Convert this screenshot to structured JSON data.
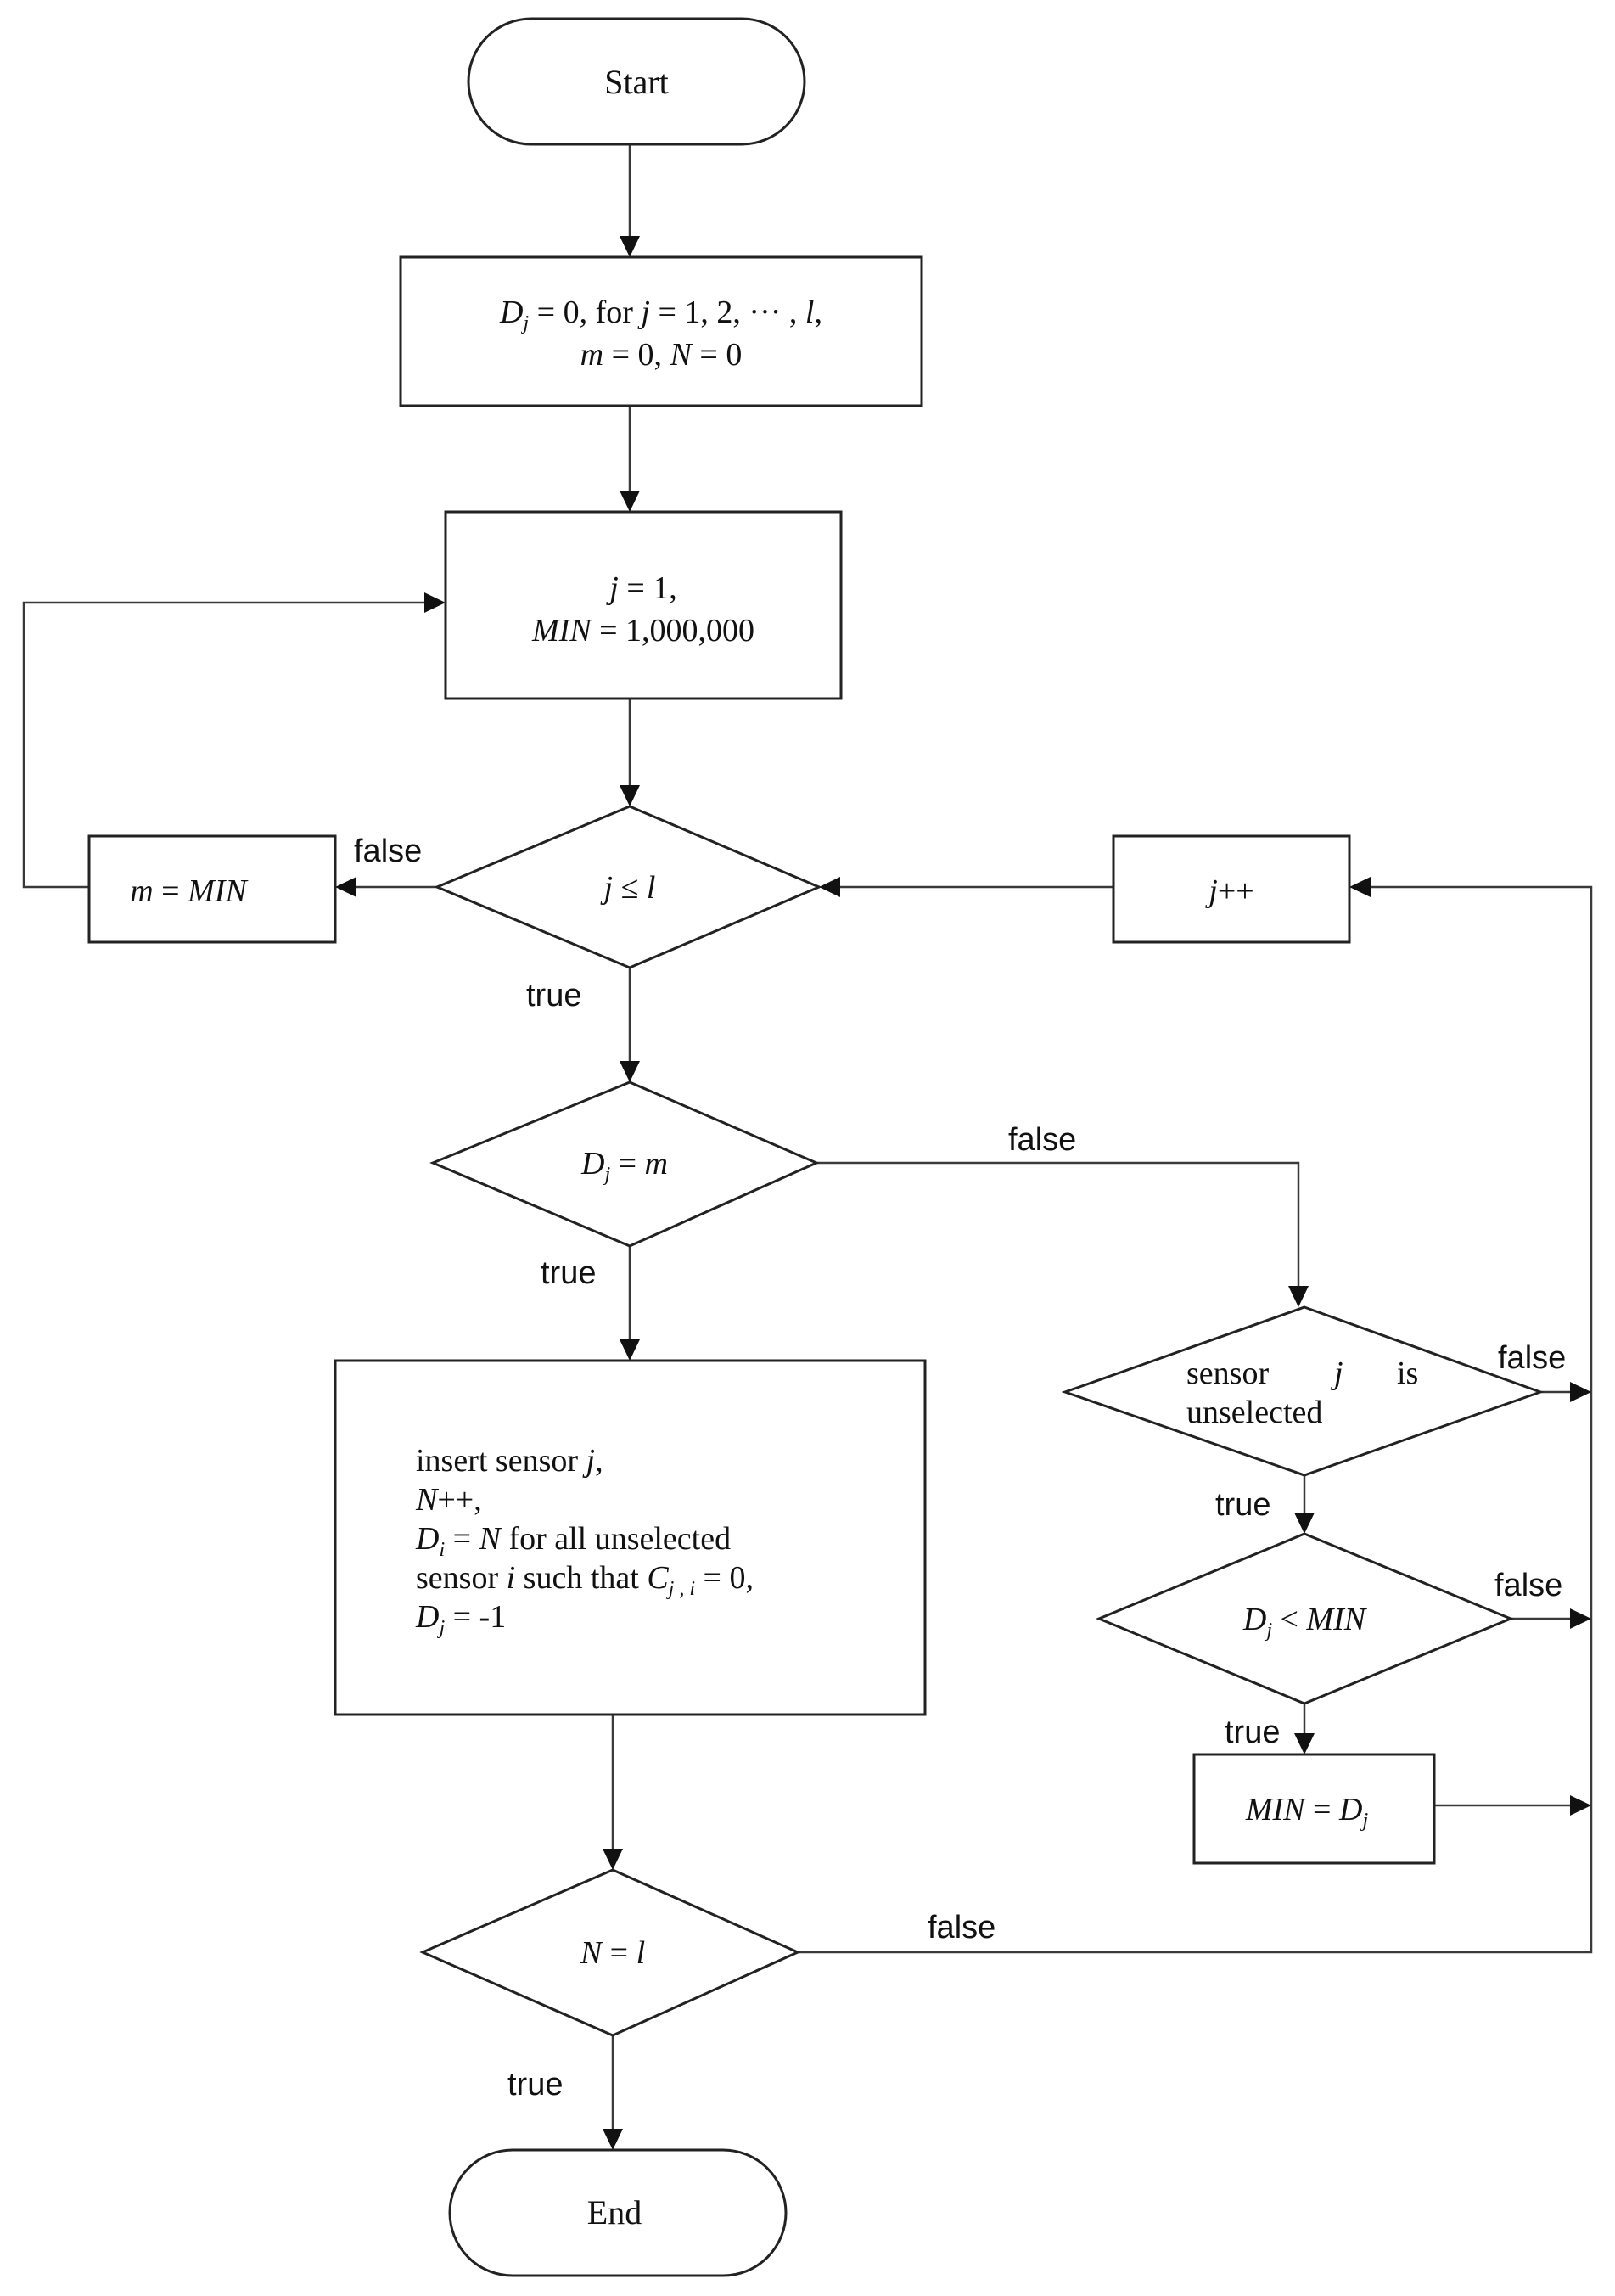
{
  "nodes": {
    "start": {
      "label": "Start"
    },
    "init": {
      "line1": {
        "D": "D",
        "sub_j": "j",
        "eq": " = 0, for ",
        "j": "j",
        "seq": " = 1, 2, ··· , ",
        "l": "l",
        "comma": ","
      },
      "line2": {
        "m": "m",
        "eq0": " = 0, ",
        "N": "N",
        "eqN": " = 0"
      }
    },
    "loop_start": {
      "line1": {
        "j": "j",
        "rest": " = 1,"
      },
      "line2": {
        "MIN": "MIN",
        "rest": " = 1,000,000"
      }
    },
    "cond_j_le_l": {
      "j": "j",
      "op": " ≤ ",
      "l": "l"
    },
    "assign_m": {
      "m": "m",
      "eq": " = ",
      "MIN": "MIN"
    },
    "increment_j": {
      "j": "j",
      "op": "++"
    },
    "cond_dj_eq_m": {
      "D": "D",
      "sub_j": "j",
      "eq": " = ",
      "m": "m"
    },
    "cond_unselected": {
      "sensor": "sensor",
      "j": "j",
      "is": "is",
      "unselected": "unselected"
    },
    "insert_block": {
      "line1": {
        "text": "insert sensor ",
        "j": "j",
        "comma": ","
      },
      "line2": {
        "N": "N",
        "rest": "++,"
      },
      "line3": {
        "D": "D",
        "sub_i": "i",
        "eq": " = ",
        "N": "N",
        "rest": " for all unselected"
      },
      "line4": {
        "text": "sensor ",
        "i": "i",
        "such": " such that ",
        "C": "C",
        "sub_ji": "j , i",
        "eq": " = 0,"
      },
      "line5": {
        "D": "D",
        "sub_j": "j",
        "rest": " = -1"
      }
    },
    "cond_dj_lt_min": {
      "D": "D",
      "sub_j": "j",
      "op": " < ",
      "MIN": "MIN"
    },
    "assign_min": {
      "MIN": "MIN",
      "eq": " = ",
      "D": "D",
      "sub_j": "j"
    },
    "cond_n_eq_l": {
      "N": "N",
      "eq": " = ",
      "l": "l"
    },
    "end": {
      "label": "End"
    }
  },
  "edge_labels": {
    "j_le_l_false": "false",
    "j_le_l_true": "true",
    "dj_eq_m_false": "false",
    "dj_eq_m_true": "true",
    "unselected_false": "false",
    "unselected_true": "true",
    "dj_lt_min_false": "false",
    "dj_lt_min_true": "true",
    "n_eq_l_false": "false",
    "n_eq_l_true": "true"
  }
}
